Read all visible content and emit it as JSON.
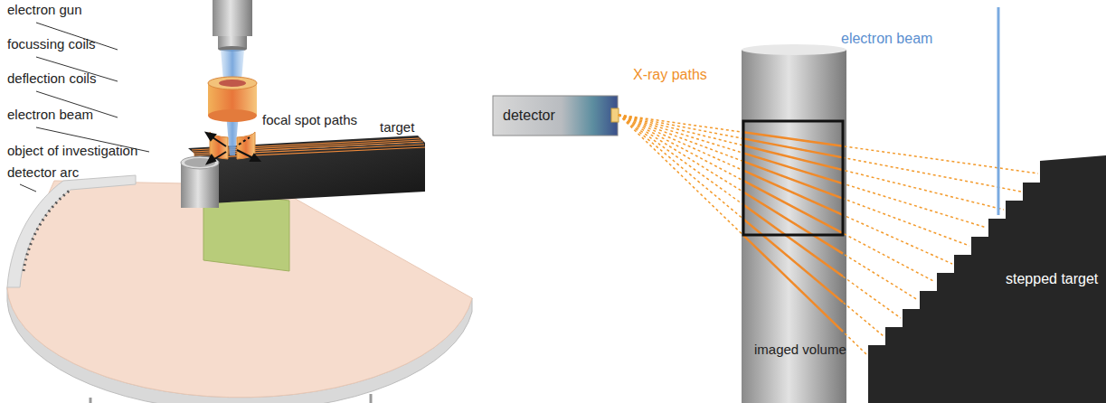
{
  "diagram": {
    "labels": [
      "electron gun",
      "focussing coils",
      "deflection coils",
      "electron beam",
      "object of investigation",
      "detector arc",
      "focal spot paths",
      "target",
      "electron beam",
      "X-ray paths",
      "detector",
      "imaged volume",
      "stepped target"
    ]
  }
}
